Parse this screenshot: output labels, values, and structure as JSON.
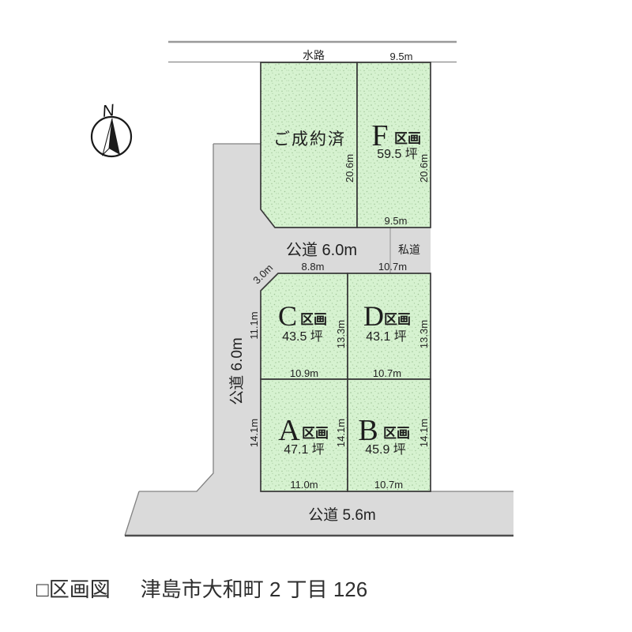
{
  "compass": {
    "label": "N"
  },
  "waterway": {
    "label": "水路",
    "width": "9.5m"
  },
  "roads": {
    "horizontal_public": "公道 6.0m",
    "vertical_public": "公道 6.0m",
    "private": "私道",
    "bottom_public": "公道 5.6m"
  },
  "parcels": {
    "sold": {
      "label": "ご成約済"
    },
    "f": {
      "letter": "F",
      "unit": "区画",
      "area": "59.5 坪"
    },
    "c": {
      "letter": "C",
      "unit": "区画",
      "area": "43.5 坪"
    },
    "d": {
      "letter": "D",
      "unit": "区画",
      "area": "43.1 坪"
    },
    "a": {
      "letter": "A",
      "unit": "区画",
      "area": "47.1 坪"
    },
    "b": {
      "letter": "B",
      "unit": "区画",
      "area": "45.9 坪"
    }
  },
  "measurements": {
    "sold_right_depth": "20.6m",
    "f_right_depth": "20.6m",
    "f_bottom": "9.5m",
    "c_top": "8.8m",
    "d_top_road": "10.7m",
    "c_corner": "3.0m",
    "c_left": "11.1m",
    "c_right": "13.3m",
    "d_right": "13.3m",
    "c_bottom": "10.9m",
    "d_bottom": "10.7m",
    "a_left": "14.1m",
    "a_right": "14.1m",
    "b_right": "14.1m",
    "a_bottom": "11.0m",
    "b_bottom": "10.7m"
  },
  "caption": {
    "legend": "□区画図",
    "address": "津島市大和町 2 丁目 126"
  },
  "colors": {
    "parcel_green": "#d6f2d0",
    "speckle_dot": "#9fc497",
    "road_gray": "#dadada",
    "line_dark": "#3a3a3a"
  }
}
